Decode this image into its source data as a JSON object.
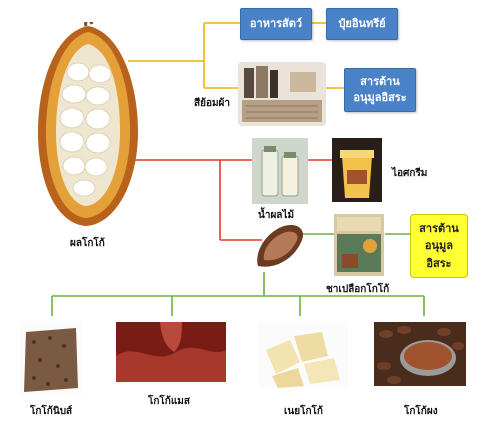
{
  "pod": {
    "label": "ผลโกโก้"
  },
  "boxes": {
    "animal_feed": "อาหารสัตว์",
    "organic_fertilizer": "ปุ๋ยอินทรีย์",
    "antioxidant_1": "สารต้าน\nอนุมูลอิสระ",
    "antioxidant_2": "สารต้าน\nอนุมูล\nอิสระ"
  },
  "labels": {
    "fabric_dye": "สีย้อมผ้า",
    "fruit_juice": "น้ำผลไม้",
    "ice_cream": "ไอศกรีม",
    "cocoa_husk_tea": "ชาเปลือกโกโก้",
    "cocoa_nibs": "โกโก้นิบส์",
    "cocoa_mass": "โกโก้แมส",
    "cocoa_butter": "เนยโกโก้",
    "cocoa_powder": "โกโก้ผง"
  },
  "colors": {
    "blue_box": "#4a82c7",
    "yellow_box": "#ffff33",
    "orange_line": "#f0b400",
    "red_line": "#e53a2a",
    "green_line": "#6bb43a"
  }
}
